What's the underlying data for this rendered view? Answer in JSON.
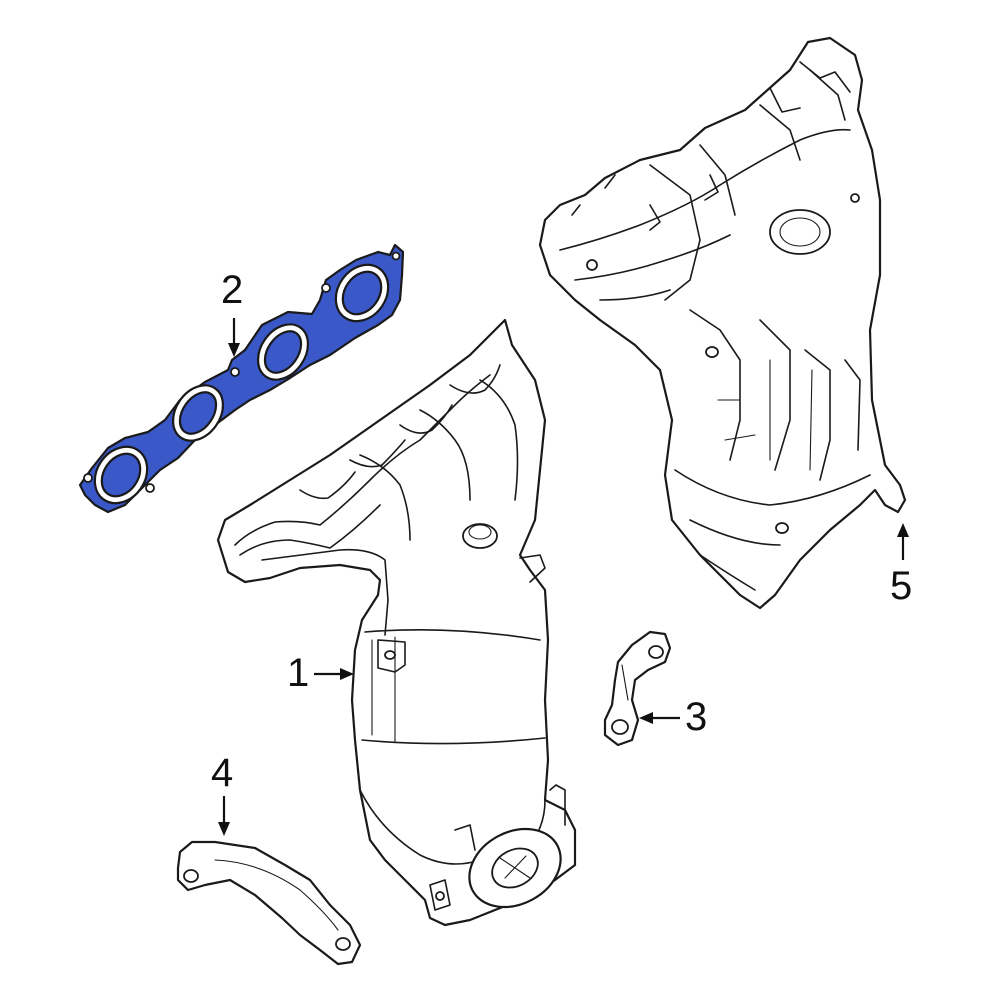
{
  "callouts": {
    "part_1": "1",
    "part_2": "2",
    "part_3": "3",
    "part_4": "4",
    "part_5": "5"
  },
  "colors": {
    "highlight": "#3a58c8",
    "outline": "#1a1a1a",
    "background": "#ffffff"
  }
}
